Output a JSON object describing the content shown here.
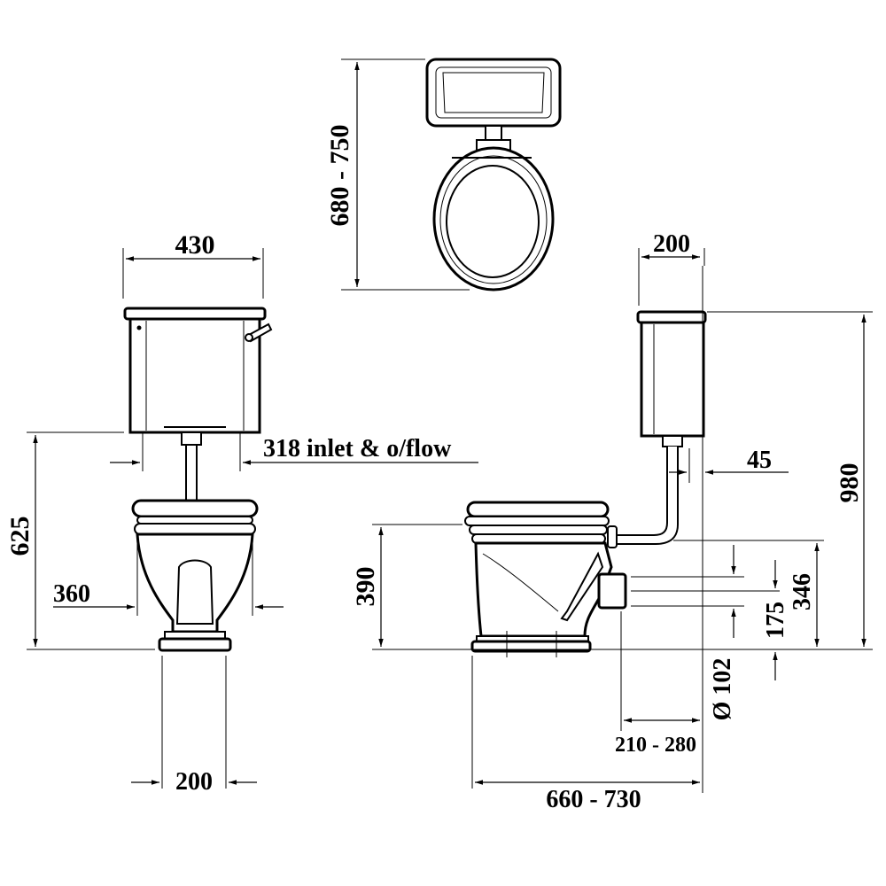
{
  "dimensions": {
    "top_view_depth": "680 - 750",
    "front_cistern_width": "430",
    "front_inlet_overflow": "318 inlet & o/flow",
    "front_height": "625",
    "front_bowl_width": "360",
    "front_base_width": "200",
    "side_cistern_depth": "200",
    "side_wall_gap": "45",
    "side_total_height": "980",
    "side_seat_height": "390",
    "side_outlet_top": "346",
    "side_outlet_center": "175",
    "side_outlet_diameter": "Ø 102",
    "side_outlet_setback": "210 - 280",
    "side_projection": "660 - 730"
  }
}
